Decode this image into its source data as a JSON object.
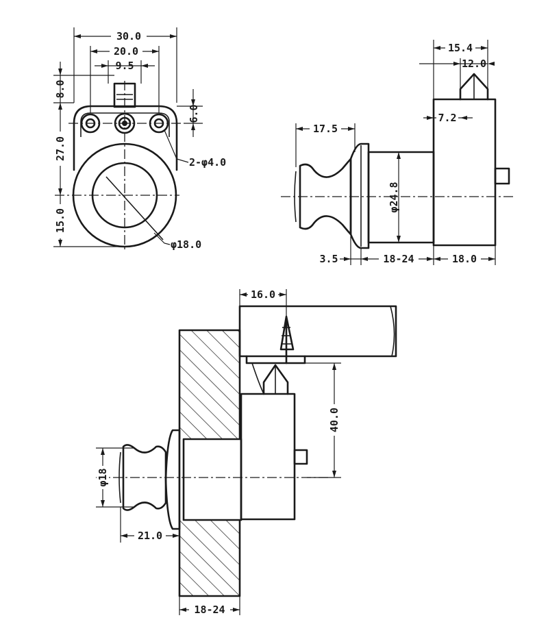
{
  "front_view": {
    "dim_width_total": "30.0",
    "dim_width_mid": "20.0",
    "dim_width_slot": "9.5",
    "dim_height_top": "8.0",
    "dim_height_body": "27.0",
    "dim_height_bottom": "15.0",
    "dim_hole_offset": "6.0",
    "label_holes": "2-φ4.0",
    "label_bore": "φ18.0"
  },
  "side_view": {
    "dim_top_total": "15.4",
    "dim_top_inner": "12.0",
    "dim_offset": "7.2",
    "dim_knob": "17.5",
    "dim_diameter": "φ24.8",
    "dim_flange": "3.5",
    "dim_range": "18-24",
    "dim_body": "18.0"
  },
  "install_view": {
    "dim_top": "16.0",
    "dim_height": "40.0",
    "dim_knob_dia": "φ18",
    "dim_knob_len": "21.0",
    "dim_panel": "18-24"
  },
  "colors": {
    "line": "#1a1a1a",
    "background": "#ffffff"
  }
}
